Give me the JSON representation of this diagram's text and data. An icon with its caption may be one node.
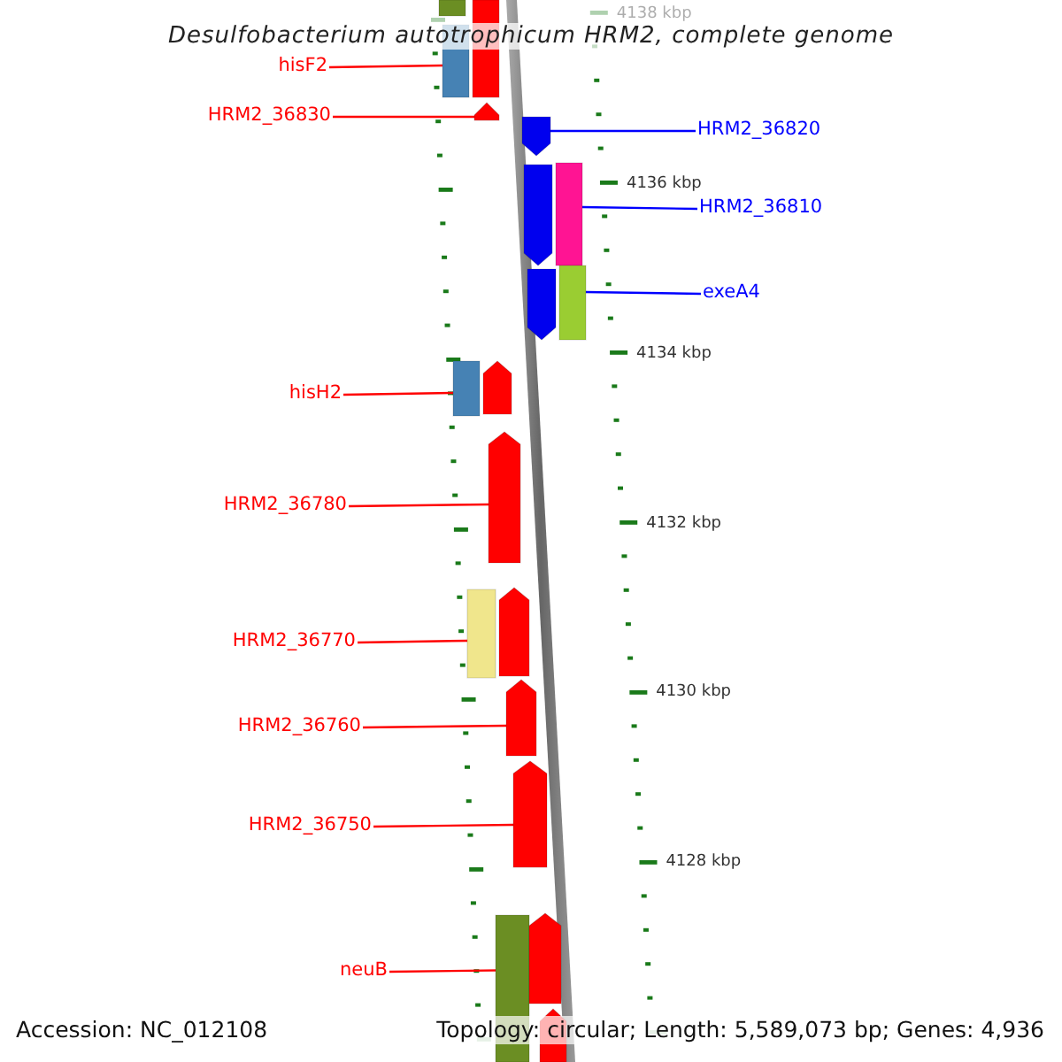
{
  "diagram": {
    "title": "Desulfobacterium autotrophicum HRM2, complete genome",
    "nodes": [
      {
        "text": [
          "hisF2"
        ]
      },
      {
        "text": [
          "HRM2_36830"
        ]
      },
      {
        "text": [
          "HRM2_36820"
        ]
      },
      {
        "text": [
          "HRM2_36810"
        ]
      },
      {
        "text": [
          "exeA4"
        ]
      },
      {
        "text": [
          "hisH2"
        ]
      },
      {
        "text": [
          "HRM2_36780"
        ]
      },
      {
        "text": [
          "HRM2_36770"
        ]
      },
      {
        "text": [
          "HRM2_36760"
        ]
      },
      {
        "text": [
          "HRM2_36750"
        ]
      },
      {
        "text": [
          "neuB"
        ]
      },
      {
        "text": [],
        "shape": "bar"
      },
      {
        "text": [],
        "shape": "bar"
      },
      {
        "text": [],
        "shape": "bar"
      },
      {
        "text": [],
        "shape": "arrow"
      },
      {
        "text": [],
        "shape": "arrow"
      },
      {
        "text": [],
        "shape": "arrow"
      },
      {
        "text": [],
        "shape": "bar"
      },
      {
        "text": [],
        "shape": "arrow"
      },
      {
        "text": [],
        "shape": "bar"
      },
      {
        "text": [],
        "shape": "bar"
      },
      {
        "text": [],
        "shape": "arrow"
      },
      {
        "text": [],
        "shape": "arrow"
      },
      {
        "text": [],
        "shape": "bar"
      },
      {
        "text": [],
        "shape": "arrow"
      },
      {
        "text": [],
        "shape": "arrow"
      },
      {
        "text": [],
        "shape": "arrow"
      },
      {
        "text": [],
        "shape": "bar"
      },
      {
        "text": [],
        "shape": "arrow"
      },
      {
        "text": [],
        "shape": "arrow"
      }
    ],
    "edges": [
      {
        "from": 0,
        "to": 13,
        "arrow": "none"
      },
      {
        "from": 1,
        "to": 14,
        "arrow": "none"
      },
      {
        "from": 2,
        "to": 15,
        "arrow": "none",
        "color": "#0000ff"
      },
      {
        "from": 3,
        "to": 17,
        "arrow": "none",
        "color": "#0000ff"
      },
      {
        "from": 4,
        "to": 19,
        "arrow": "none",
        "color": "#0000ff"
      },
      {
        "from": 5,
        "to": 20,
        "arrow": "none"
      },
      {
        "from": 6,
        "to": 22,
        "arrow": "none"
      },
      {
        "from": 7,
        "to": 23,
        "arrow": "none"
      },
      {
        "from": 8,
        "to": 25,
        "arrow": "none"
      },
      {
        "from": 9,
        "to": 26,
        "arrow": "none"
      },
      {
        "from": 10,
        "to": 28,
        "arrow": "none"
      }
    ],
    "labels": [
      "4138 kbp",
      "4136 kbp",
      "4134 kbp",
      "4132 kbp",
      "4130 kbp",
      "4128 kbp",
      "Accession: NC_012108",
      "Topology: circular; Length: 5,589,073 bp; Genes: 4,936"
    ]
  }
}
